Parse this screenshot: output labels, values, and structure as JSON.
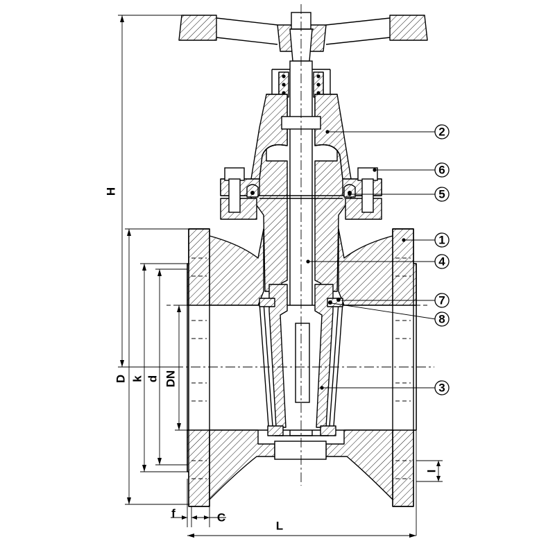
{
  "parts": [
    {
      "id": "2",
      "label": "2"
    },
    {
      "id": "6",
      "label": "6"
    },
    {
      "id": "5",
      "label": "5"
    },
    {
      "id": "1",
      "label": "1"
    },
    {
      "id": "4",
      "label": "4"
    },
    {
      "id": "7",
      "label": "7"
    },
    {
      "id": "8",
      "label": "8"
    },
    {
      "id": "3",
      "label": "3"
    }
  ],
  "dimensions": {
    "H": "H",
    "D": "D",
    "k": "k",
    "d": "d",
    "DN": "DN",
    "f": "f",
    "C": "C",
    "L": "L",
    "I": "I"
  }
}
